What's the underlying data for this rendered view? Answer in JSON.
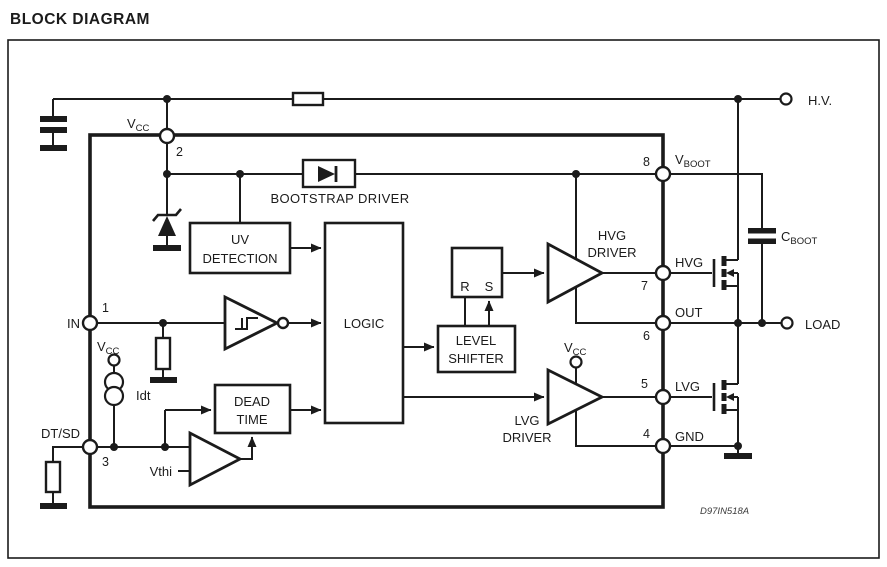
{
  "title": "BLOCK DIAGRAM",
  "figure_code": "D97IN518A",
  "colors": {
    "ink": "#1b1b1b",
    "background": "#ffffff"
  },
  "ic": {
    "blocks": {
      "uv_detection": {
        "line1": "UV",
        "line2": "DETECTION"
      },
      "bootstrap_driver": {
        "label": "BOOTSTRAP DRIVER"
      },
      "logic": {
        "label": "LOGIC"
      },
      "dead_time": {
        "line1": "DEAD",
        "line2": "TIME"
      },
      "level_shifter": {
        "line1": "LEVEL",
        "line2": "SHIFTER"
      },
      "rs_latch": {
        "r": "R",
        "s": "S"
      },
      "hvg_driver": {
        "line1": "HVG",
        "line2": "DRIVER"
      },
      "lvg_driver": {
        "line1": "LVG",
        "line2": "DRIVER"
      }
    },
    "internal_labels": {
      "vthi": "Vthi",
      "idt": "Idt",
      "vcc_main": "V",
      "vcc_sub": "CC"
    },
    "pins": {
      "vcc": {
        "number": "2",
        "main": "V",
        "sub": "CC"
      },
      "in": {
        "number": "1",
        "label": "IN"
      },
      "dtsd": {
        "number": "3",
        "label": "DT/SD"
      },
      "vboot": {
        "number": "8",
        "main": "V",
        "sub": "BOOT"
      },
      "hvg": {
        "number": "7",
        "label": "HVG"
      },
      "out": {
        "number": "6",
        "label": "OUT"
      },
      "lvg": {
        "number": "5",
        "label": "LVG"
      },
      "gnd": {
        "number": "4",
        "label": "GND"
      }
    }
  },
  "external": {
    "hv": "H.V.",
    "load": "LOAD",
    "cboot_main": "C",
    "cboot_sub": "BOOT"
  }
}
